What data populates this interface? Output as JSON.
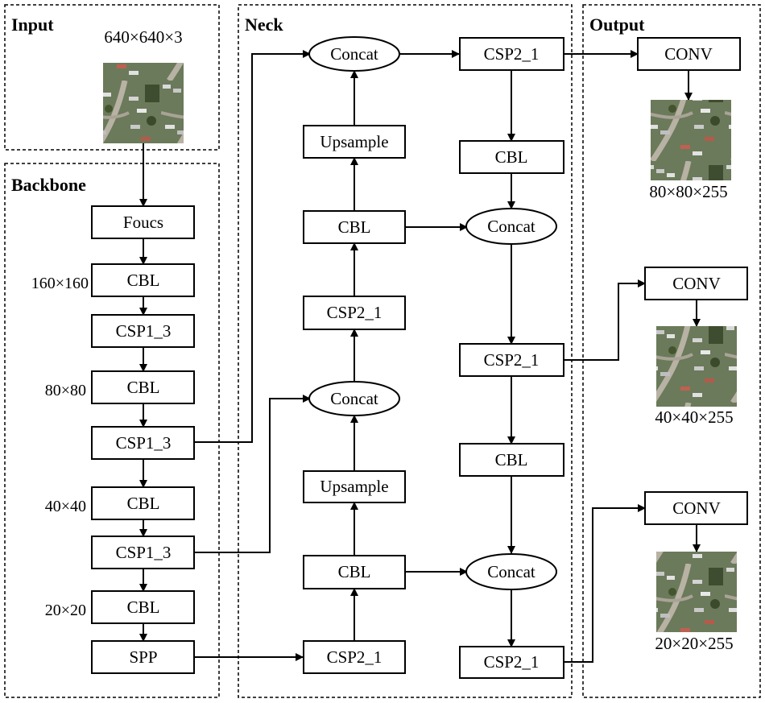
{
  "sections": {
    "input": "Input",
    "backbone": "Backbone",
    "neck": "Neck",
    "output": "Output"
  },
  "input": {
    "size": "640×640×3"
  },
  "backbone": {
    "foucs": "Foucs",
    "cbl1": "CBL",
    "csp1": "CSP1_3",
    "cbl2": "CBL",
    "csp2": "CSP1_3",
    "cbl3": "CBL",
    "csp3": "CSP1_3",
    "cbl4": "CBL",
    "spp": "SPP",
    "dim1": "160×160",
    "dim2": "80×80",
    "dim3": "40×40",
    "dim4": "20×20"
  },
  "neck": {
    "concat_top": "Concat",
    "upsample_top": "Upsample",
    "cbl_mid": "CBL",
    "csp_mid": "CSP2_1",
    "concat_mid": "Concat",
    "upsample_bot": "Upsample",
    "cbl_bot": "CBL",
    "csp_bot": "CSP2_1",
    "csp_out1": "CSP2_1",
    "cbl_out1": "CBL",
    "concat_out1": "Concat",
    "csp_out2": "CSP2_1",
    "cbl_out2": "CBL",
    "concat_out2": "Concat",
    "csp_out3": "CSP2_1"
  },
  "output": {
    "conv1": "CONV",
    "size1": "80×80×255",
    "conv2": "CONV",
    "size2": "40×40×255",
    "conv3": "CONV",
    "size3": "20×20×255"
  }
}
